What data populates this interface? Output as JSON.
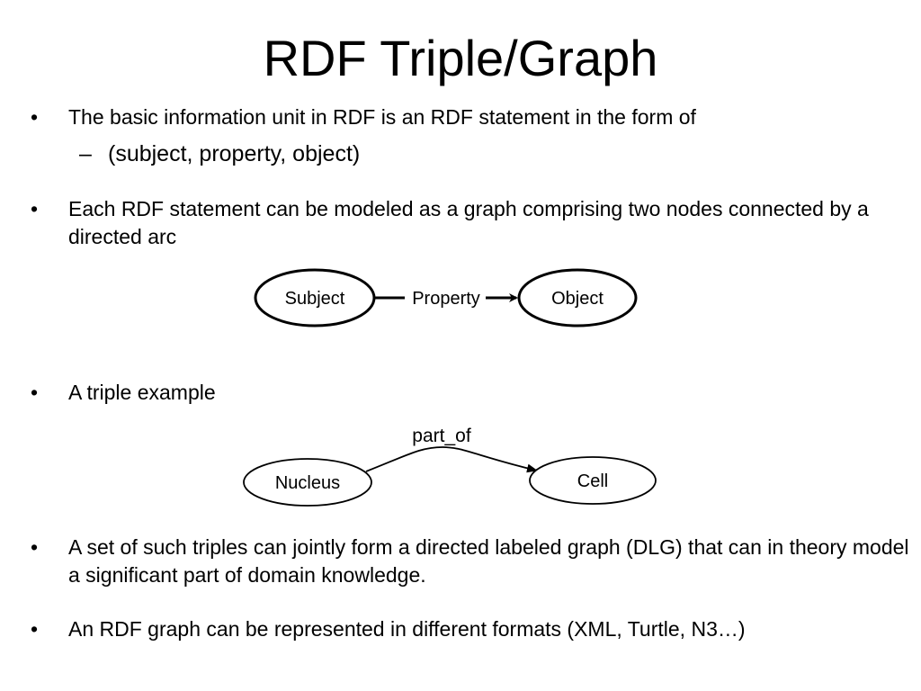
{
  "title": "RDF Triple/Graph",
  "bullet_symbol": "•",
  "dash_symbol": "–",
  "bullets": [
    "The basic information unit in RDF is an RDF statement in the form of",
    "Each RDF statement can be modeled as a graph comprising two nodes connected by a directed arc",
    "A triple example",
    "A set of such triples can jointly form a directed labeled graph (DLG) that can in theory model a significant part of domain knowledge.",
    "An RDF graph can be represented in different formats (XML, Turtle, N3…)"
  ],
  "sub_bullet": "(subject, property, object)",
  "diagram1": {
    "subject": "Subject",
    "property": "Property",
    "object": "Object"
  },
  "diagram2": {
    "subject": "Nucleus",
    "property": "part_of",
    "object": "Cell"
  }
}
